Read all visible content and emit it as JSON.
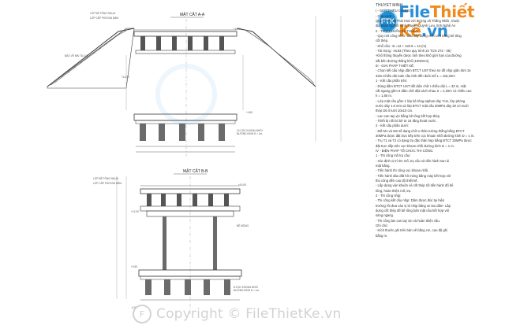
{
  "drawing": {
    "section_aa_title": "MẶT CẮT A-A",
    "section_bb_title": "MẶT CẮT B-B",
    "pile_note_top": "10 CỌC KHOAN NHỒI",
    "pile_note_top_sub": "ĐƯỜNG KÍNH D = 1m",
    "pile_note_bottom": "8 CỌC KHOAN NHỒI",
    "pile_note_bottom_sub": "ĐƯỜNG KÍNH D = 1m",
    "left_labels": [
      "LỚP BÊ TÔNG NHỰA",
      "LỚP BÊ TÔNG NHỰA",
      "LỚP CẤP PHỐI ĐÁ DĂM",
      "LỚP CẤP PHỐI ĐÁ DĂM"
    ],
    "side_label": "BẢO VỆ MÁI TA LUY",
    "side_label_2": "BỆ MÓNG",
    "elev_marks": [
      "+16.80",
      "+12.30",
      "+4.50",
      "-3.00",
      "+16.50",
      "+12.30",
      "+0.50"
    ]
  },
  "notes": {
    "title": "THUYẾT MINH",
    "lines": [
      {
        "t": "I - GIỚI THIỆU CHUNG:",
        "h": true
      },
      {
        "t": "- Cầu vượt ...",
        "h": false
      },
      {
        "t": "QL1A - Thị xã Thái Hoà với đường xã Thắng Nhất , thuộc",
        "h": false
      },
      {
        "t": "địa phận Quỳnh Vinh, huyện Quỳnh Lưu, tỉnh Nghệ An",
        "h": false
      },
      {
        "t": "II - TIÊU CHUẨN KỸ THUẬT:",
        "h": true
      },
      {
        "t": "- Quy mô công trình: Cầu xây dựng vĩnh cửu bằng bê tông",
        "h": false
      },
      {
        "t": "cốt thép.",
        "h": false
      },
      {
        "t": "- Khổ cầu : B =12 + 2x0.5 = 13 (m)",
        "h": false
      },
      {
        "t": "- Tải trọng : HL93 (Theo quy trình 22 TCN 272 - 05)",
        "h": false
      },
      {
        "t": "-Khổ thông thuyền được tính theo khổ giới hạn của đường",
        "h": false
      },
      {
        "t": "sắt bên đường thẳng khổ (1000mm).",
        "h": false
      },
      {
        "t": "III - GIẢI PHÁP THIẾT KẾ.",
        "h": true
      },
      {
        "t": "- Chọn kết cấu nhịp dầm BTCT UST theo sơ đồ nhịp giản đơn 3x",
        "h": false
      },
      {
        "t": "33m.Chiều dài toàn cầu tính đến đuôi mố L = 118,20m",
        "h": false
      },
      {
        "t": "1 - Kết cấu phần trên:",
        "h": false
      },
      {
        "t": "- Dùng dầm BTCT UST tiết diện chữ I chiều dài L = 33 m, mặt",
        "h": false
      },
      {
        "t": "cắt ngang gồm 6 dầm chữ đặt cách nhau S = 2,20m có chiều cao",
        "h": false
      },
      {
        "t": "h = 1,65 m.",
        "h": false
      },
      {
        "t": "- Lớp mặt cầu gồm 1 lớp bê tông atphan dày 7cm, lớp phòng",
        "h": false
      },
      {
        "t": "nước dày 1.6 mm và lớp BTCT mặt cầu 30MPa dày 20 cm tưới",
        "h": false
      },
      {
        "t": "thép D6 ô lưới 10x10 cm.",
        "h": false
      },
      {
        "t": "- Lan can tay vịn bằng bê tông kết hợp thép.",
        "h": false
      },
      {
        "t": "- Thiết bị nối bó bê tơ 24 tầng thoát nước.",
        "h": false
      },
      {
        "t": "2 - Kết cấu phần dưới:",
        "h": false
      },
      {
        "t": "- Mố M1 và M2 số dạng chữ U thân tường thẳng bằng BTCT",
        "h": false
      },
      {
        "t": "30MPa được đặt trực tiếp trên cọc khoan nhồi đường kính D = 1 m.",
        "h": false
      },
      {
        "t": "- Trụ T1 và T2 có dạng trụ đặc thân hẹp bằng BTCT 30MPa được",
        "h": false
      },
      {
        "t": "đặt trực tiếp trên cọc khoan nhồi đường kính D = 1 m.",
        "h": false
      },
      {
        "t": "IV - BIỆN PHÁP TỔ CHỨC THI CÔNG.",
        "h": true
      },
      {
        "t": "1 - Thi công mố trụ cầu:",
        "h": false
      },
      {
        "t": "- Xác định vị trí tim mố, trụ cầu và tiến hành san ủi",
        "h": false
      },
      {
        "t": "mặt bằng.",
        "h": false
      },
      {
        "t": "- Tiến hành thi công cọc khoan nhồi.",
        "h": false
      },
      {
        "t": "- Tiến hành đào đất hố móng bằng máy kết hợp với",
        "h": false
      },
      {
        "t": "thủ công đến cao độ thiết kế.",
        "h": false
      },
      {
        "t": "- Lắp dựng ván khuôn và cốt thép rồi tiến hành đổ bê",
        "h": false
      },
      {
        "t": "tông, hoàn thiện mố, trụ.",
        "h": false
      },
      {
        "t": "2 - Thi công nhịp:",
        "h": false
      },
      {
        "t": "- Thi công kết cấu nhịp: Dầm được đúc tại hiện",
        "h": false
      },
      {
        "t": "trường rồi đưa vào vị trí nhịp bằng xe lao dầm- Lắp",
        "h": false
      },
      {
        "t": "dựng cốt thép để bê tông bản mặt cầu kết hợp với",
        "h": false
      },
      {
        "t": "sàng ngang.",
        "h": false
      },
      {
        "t": "- Thi công lan can tay vịn và hoàn thiện cầu.",
        "h": false
      },
      {
        "t": "Ghi chú:",
        "h": true
      },
      {
        "t": "- Kích thước ghi trên bản vẽ bằng cm, cao độ ghi",
        "h": false
      },
      {
        "t": "bằng m.",
        "h": false
      }
    ]
  },
  "watermark": {
    "top_part1": "File",
    "top_part2": "Thiết Kế",
    "top_suffix": ".vn",
    "badge": "FTK",
    "bottom": "Copyright © FileThietKe.vn",
    "bottom_logo": "F"
  },
  "colors": {
    "line": "#3a3a3a",
    "pile": "#6b6b6b",
    "watermark_blue": "#2b8fd8",
    "watermark_orange": "#f08a1c"
  }
}
